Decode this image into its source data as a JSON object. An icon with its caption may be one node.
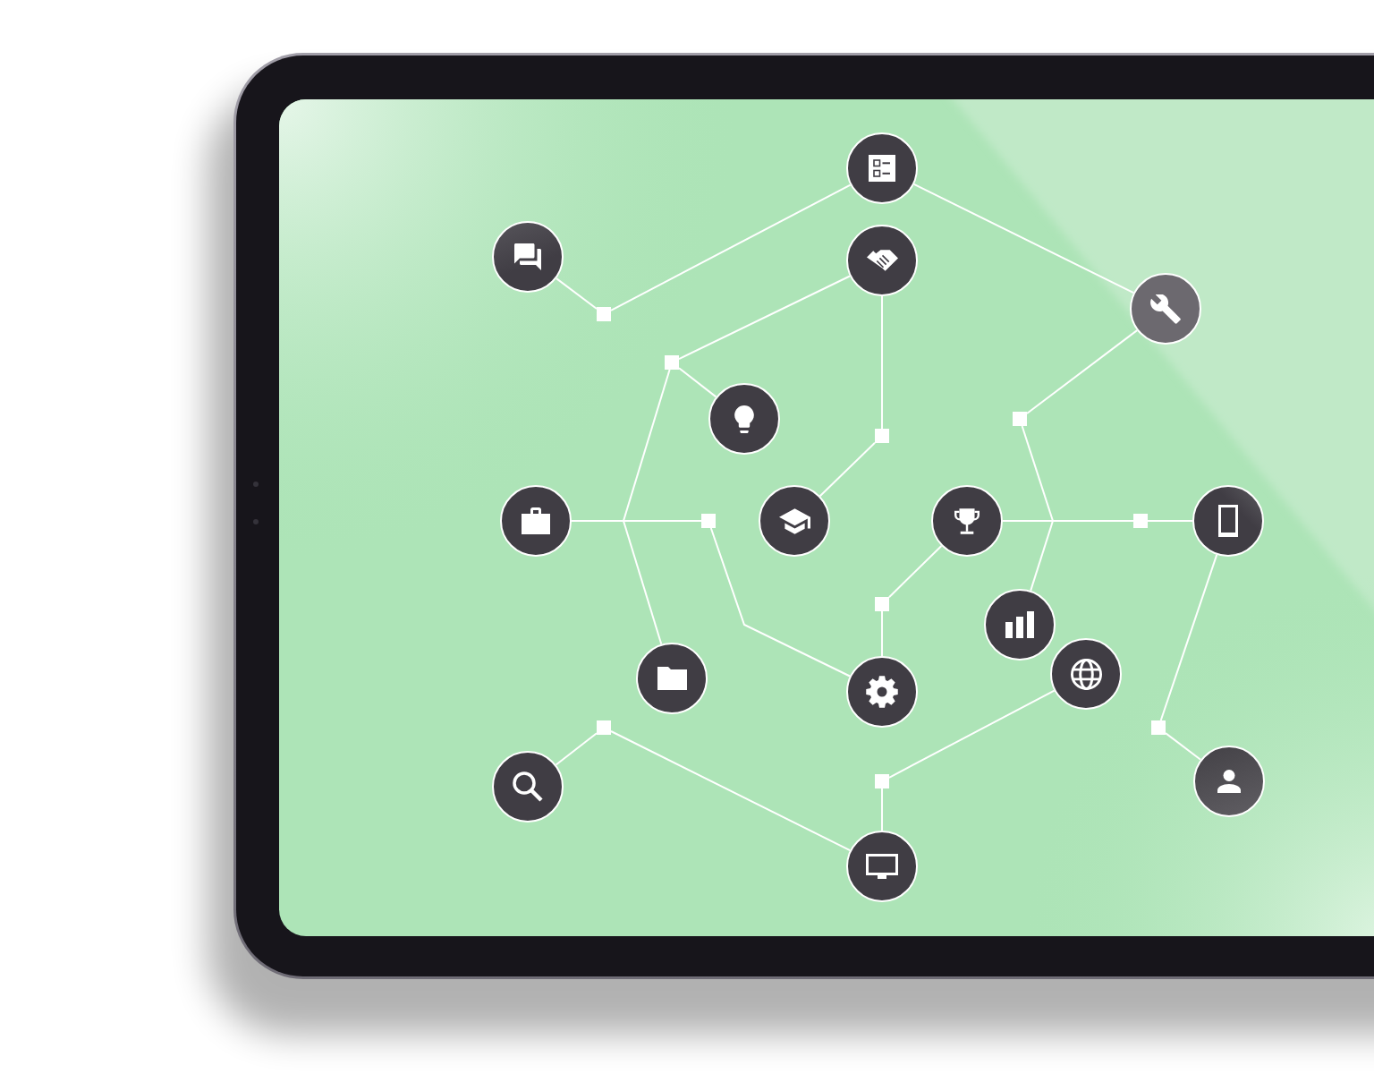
{
  "diagram": {
    "nodes": [
      {
        "text": [],
        "shape": "circle"
      },
      {
        "text": [],
        "shape": "circle"
      },
      {
        "text": [],
        "shape": "circle"
      },
      {
        "text": [],
        "shape": "circle"
      },
      {
        "text": [],
        "shape": "box"
      },
      {
        "text": [],
        "shape": "box"
      },
      {
        "text": [],
        "shape": "circle"
      },
      {
        "text": [],
        "shape": "box"
      },
      {
        "text": [],
        "shape": "box"
      },
      {
        "text": [],
        "shape": "circle"
      },
      {
        "text": [],
        "shape": "box"
      },
      {
        "text": [],
        "shape": "circle"
      },
      {
        "text": [],
        "shape": "circle"
      },
      {
        "text": [],
        "shape": "box"
      },
      {
        "text": [],
        "shape": "circle"
      },
      {
        "text": [],
        "shape": "box"
      },
      {
        "text": [],
        "shape": "circle"
      },
      {
        "text": [],
        "shape": "circle"
      },
      {
        "text": [],
        "shape": "circle"
      },
      {
        "text": [],
        "shape": "circle"
      },
      {
        "text": [],
        "shape": "box"
      },
      {
        "text": [],
        "shape": "box"
      },
      {
        "text": [],
        "shape": "circle"
      },
      {
        "text": [],
        "shape": "box"
      },
      {
        "text": [],
        "shape": "circle"
      },
      {
        "text": [],
        "shape": "circle"
      }
    ],
    "edges": [
      {
        "from": 1,
        "to": 4,
        "arrow": "none"
      },
      {
        "from": 4,
        "to": 0,
        "arrow": "none"
      },
      {
        "from": 0,
        "to": 3,
        "arrow": "none"
      },
      {
        "from": 2,
        "to": 5,
        "arrow": "none"
      },
      {
        "from": 5,
        "to": 6,
        "arrow": "none"
      },
      {
        "from": 2,
        "to": 7,
        "arrow": "none"
      },
      {
        "from": 7,
        "to": 11,
        "arrow": "none"
      },
      {
        "from": 3,
        "to": 8,
        "arrow": "none"
      },
      {
        "from": 9,
        "to": 5,
        "arrow": "none"
      },
      {
        "from": 9,
        "to": 10,
        "arrow": "none"
      },
      {
        "from": 9,
        "to": 17,
        "arrow": "none"
      },
      {
        "from": 10,
        "to": 18,
        "arrow": "none"
      },
      {
        "from": 12,
        "to": 8,
        "arrow": "none"
      },
      {
        "from": 12,
        "to": 13,
        "arrow": "none"
      },
      {
        "from": 12,
        "to": 16,
        "arrow": "none"
      },
      {
        "from": 13,
        "to": 14,
        "arrow": "none"
      },
      {
        "from": 12,
        "to": 15,
        "arrow": "none"
      },
      {
        "from": 15,
        "to": 18,
        "arrow": "none"
      },
      {
        "from": 14,
        "to": 21,
        "arrow": "none"
      },
      {
        "from": 21,
        "to": 24,
        "arrow": "none"
      },
      {
        "from": 19,
        "to": 23,
        "arrow": "none"
      },
      {
        "from": 23,
        "to": 25,
        "arrow": "none"
      },
      {
        "from": 22,
        "to": 20,
        "arrow": "none"
      },
      {
        "from": 20,
        "to": 25,
        "arrow": "none"
      }
    ]
  }
}
